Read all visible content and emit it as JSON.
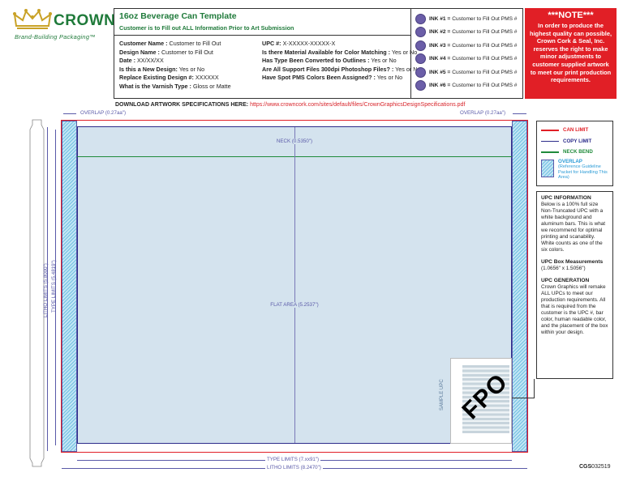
{
  "brand": {
    "name": "CROWN",
    "tagline": "Brand-Building Packaging™",
    "color": "#1f7a3a"
  },
  "header": {
    "title": "16oz Beverage Can Template",
    "subtitle": "Customer is to Fill out ALL Information Prior to Art Submission",
    "fields_left": [
      {
        "label": "Customer Name :",
        "value": "Customer to Fill Out"
      },
      {
        "label": "Design Name :",
        "value": "Customer to Fill Out"
      },
      {
        "label": "Date :",
        "value": "XX/XX/XX"
      },
      {
        "label": "Is this a New Design:",
        "value": "Yes or No"
      },
      {
        "label": "Replace Existing Design #:",
        "value": "XXXXXX"
      },
      {
        "label": "What is the Varnish Type :",
        "value": "Gloss or Matte"
      }
    ],
    "fields_right": [
      {
        "label": "UPC #:",
        "value": "X-XXXXX-XXXXX-X"
      },
      {
        "label": "Is there Material Available for Color Matching :",
        "value": "Yes or No"
      },
      {
        "label": "Has Type Been Converted to Outlines :",
        "value": "Yes or No"
      },
      {
        "label": "Are All Support Files 300dpi Photoshop Files? :",
        "value": "Yes or No"
      },
      {
        "label": "Have Spot PMS Colors Been Assigned? :",
        "value": "Yes or No"
      }
    ],
    "inks": [
      {
        "label": "INK #1 =",
        "value": "Customer to Fill Out PMS #"
      },
      {
        "label": "INK #2 =",
        "value": "Customer to Fill Out PMS #"
      },
      {
        "label": "INK #3 =",
        "value": "Customer to Fill Out PMS #"
      },
      {
        "label": "INK #4 =",
        "value": "Customer to Fill Out PMS #"
      },
      {
        "label": "INK #5 =",
        "value": "Customer to Fill Out PMS #"
      },
      {
        "label": "INK #6 =",
        "value": "Customer to Fill Out PMS #"
      }
    ]
  },
  "note": {
    "title": "***NOTE***",
    "text": "In order to produce the highest quality can possible, Crown Cork & Seal, Inc. reserves the right to make minor adjustments to customer supplied artwork to meet our print production requirements.",
    "color": "#e11f26"
  },
  "download": {
    "label": "DOWNLOAD ARTWORK SPECIFICATIONS HERE:",
    "url": "https://www.crowncork.com/sites/default/files/CrownGraphicsDesignSpecifications.pdf"
  },
  "template": {
    "overlap_left": "OVERLAP (0.27aa\")",
    "overlap_right": "OVERLAP (0.27aa\")",
    "neck": "NECK (0.5350\")",
    "flat_area": "FLAT AREA (5.2537\")",
    "litho_limits_v": "LITHO LIMITS (5.8000\")",
    "type_limits_v": "TYPE LIMITS (5.4819\")",
    "type_limits_h": "TYPE LIMITS (7.xx91\")",
    "litho_limits_h": "LITHO LIMITS (8.2470\")",
    "upc_fpo": "FPO",
    "upc_side": "SAMPLE UPC"
  },
  "legend": {
    "items": [
      {
        "label": "CAN LIMIT",
        "color": "#e11f26"
      },
      {
        "label": "COPY LIMIT",
        "color": "#2b2b8a"
      },
      {
        "label": "NECK BEND",
        "color": "#1f8a3a"
      }
    ],
    "overlap_title": "OVERLAP",
    "overlap_text": "(Reference Guideline Packet for Handling This Area)"
  },
  "info": {
    "upc_info_title": "UPC INFORMATION",
    "upc_info_text": "Below is a 100% full size Non-Truncated UPC with a white background and aluminum bars. This is what we recommend for optimal printing and scanability. White counts as one of the six colors.",
    "upc_box_title": "UPC Box Measurements",
    "upc_box_text": "(1.0656\" x 1.5056\")",
    "upc_gen_title": "UPC GENERATION",
    "upc_gen_text": "Crown Graphics will remake ALL UPCs to meet our production requirements. All that is required from the customer is the UPC #, bar color, human readable color, and the placement of the box within your design."
  },
  "footer": {
    "code_bold": "CGS",
    "code_rest": "032519"
  }
}
